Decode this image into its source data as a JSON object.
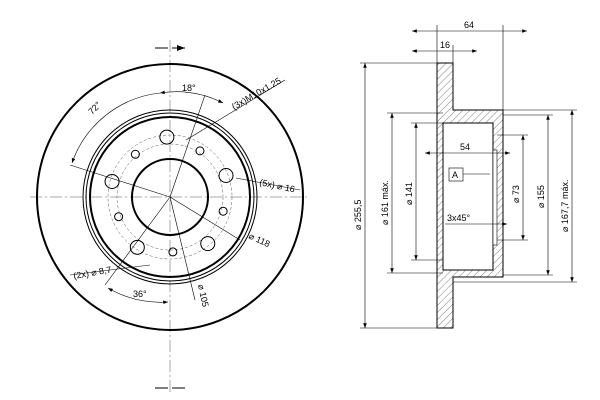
{
  "front_view": {
    "angle_top": "18°",
    "angle_left": "72°",
    "angle_bottom": "36°",
    "thread_holes": "(3x)M10x1.25",
    "stud_holes": "(5x) ⌀ 16",
    "dia_118": "⌀ 118",
    "dia_105": "⌀ 105",
    "small_holes": "(2x) ⌀ 8,7"
  },
  "section_view": {
    "width_64": "64",
    "flange_16": "16",
    "dia_255": "⌀ 255,5",
    "dia_161": "⌀ 161 máx.",
    "dia_141": "⌀ 141",
    "depth_54": "54",
    "datum": "A",
    "chamfer": "3x45°",
    "dia_73": "⌀ 73",
    "dia_155": "⌀ 155",
    "dia_167": "⌀ 167,7 máx."
  }
}
